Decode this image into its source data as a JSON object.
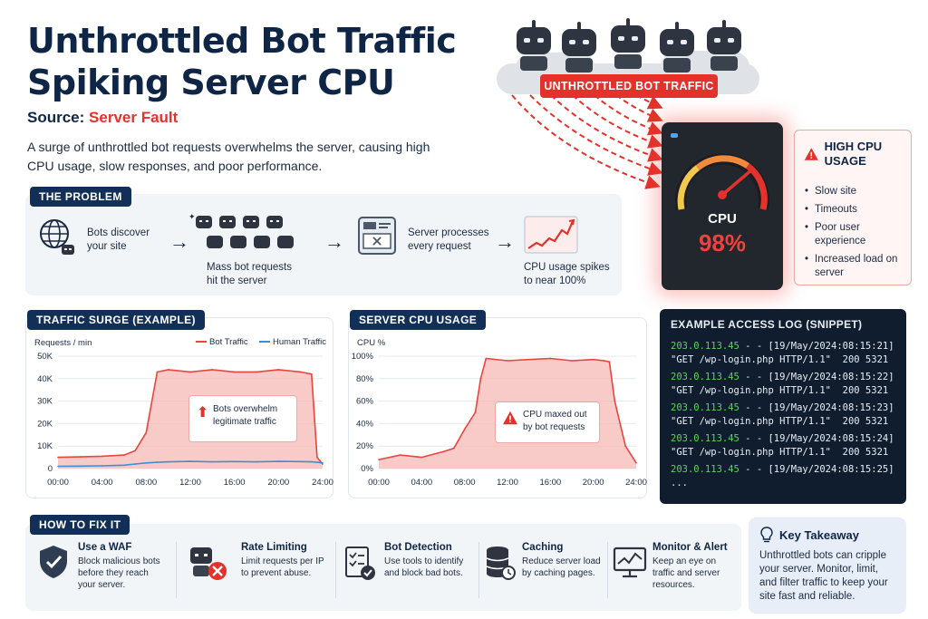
{
  "header": {
    "title": "Unthrottled Bot Traffic Spiking Server CPU",
    "source_label": "Source:",
    "source_name": "Server Fault",
    "subtitle": "A surge of unthrottled bot requests overwhelms the server, causing high CPU usage, slow responses, and poor performance."
  },
  "hero": {
    "bot_label": "UNTHROTTLED BOT TRAFFIC",
    "cpu_label": "CPU",
    "cpu_value": "98%",
    "alert_title": "HIGH CPU USAGE",
    "alert_items": [
      "Slow site",
      "Timeouts",
      "Poor user experience",
      "Increased load on server"
    ]
  },
  "problem": {
    "tag": "THE PROBLEM",
    "steps": [
      "Bots discover your site",
      "Mass bot requests hit the server",
      "Server processes every request",
      "CPU usage spikes to near 100%"
    ]
  },
  "traffic_chart": {
    "tag": "TRAFFIC SURGE (EXAMPLE)",
    "ylabel": "Requests / min",
    "legend_bot": "Bot Traffic",
    "legend_human": "Human Traffic",
    "y_ticks": [
      "50K",
      "40K",
      "30K",
      "20K",
      "10K",
      "0"
    ],
    "x_ticks": [
      "00:00",
      "04:00",
      "08:00",
      "12:00",
      "16:00",
      "20:00",
      "24:00"
    ],
    "annotation": "Bots overwhelm legitimate traffic",
    "colors": {
      "bot": "#e8453c",
      "human": "#3b8fd6"
    }
  },
  "cpu_chart": {
    "tag": "SERVER CPU USAGE",
    "ylabel": "CPU %",
    "y_ticks": [
      "100%",
      "80%",
      "60%",
      "40%",
      "20%",
      "0%"
    ],
    "x_ticks": [
      "00:00",
      "04:00",
      "08:00",
      "12:00",
      "16:00",
      "20:00",
      "24:00"
    ],
    "annotation": "CPU maxed out by bot requests"
  },
  "chart_data": [
    {
      "type": "area",
      "title": "TRAFFIC SURGE (EXAMPLE)",
      "ylabel": "Requests / min",
      "xlabel": "",
      "ylim": [
        0,
        50000
      ],
      "x": [
        0,
        2,
        4,
        6,
        7,
        8,
        9,
        10,
        12,
        14,
        16,
        18,
        20,
        22,
        23,
        23.5,
        24
      ],
      "series": [
        {
          "name": "Bot Traffic",
          "values": [
            5000,
            5200,
            5500,
            6000,
            8000,
            16000,
            43000,
            44000,
            43000,
            44000,
            43000,
            43000,
            44000,
            43000,
            42000,
            5000,
            2000
          ]
        },
        {
          "name": "Human Traffic",
          "values": [
            1000,
            1100,
            1200,
            1500,
            2000,
            2500,
            2800,
            3000,
            3200,
            3000,
            3100,
            3000,
            3200,
            3100,
            3000,
            2800,
            2500
          ]
        }
      ],
      "legend": "top-right"
    },
    {
      "type": "area",
      "title": "SERVER CPU USAGE",
      "ylabel": "CPU %",
      "xlabel": "",
      "ylim": [
        0,
        100
      ],
      "x": [
        0,
        2,
        4,
        6,
        7,
        8,
        9,
        9.5,
        10,
        12,
        14,
        16,
        18,
        20,
        21,
        21.5,
        22,
        23,
        24
      ],
      "series": [
        {
          "name": "CPU %",
          "values": [
            8,
            12,
            10,
            15,
            18,
            35,
            50,
            80,
            98,
            96,
            97,
            98,
            96,
            97,
            96,
            95,
            60,
            20,
            5
          ]
        }
      ]
    }
  ],
  "access_log": {
    "title": "EXAMPLE ACCESS LOG (SNIPPET)",
    "entries": [
      {
        "ip": "203.0.113.45",
        "rest": " - - [19/May/2024:08:15:21]",
        "req": "\"GET /wp-login.php HTTP/1.1\"  200 5321"
      },
      {
        "ip": "203.0.113.45",
        "rest": " - - [19/May/2024:08:15:22]",
        "req": "\"GET /wp-login.php HTTP/1.1\"  200 5321"
      },
      {
        "ip": "203.0.113.45",
        "rest": " - - [19/May/2024:08:15:23]",
        "req": "\"GET /wp-login.php HTTP/1.1\"  200 5321"
      },
      {
        "ip": "203.0.113.45",
        "rest": " - - [19/May/2024:08:15:24]",
        "req": "\"GET /wp-login.php HTTP/1.1\"  200 5321"
      },
      {
        "ip": "203.0.113.45",
        "rest": " - - [19/May/2024:08:15:25]",
        "req": "..."
      }
    ]
  },
  "fix": {
    "tag": "HOW TO FIX IT",
    "items": [
      {
        "title": "Use a WAF",
        "desc": "Block malicious bots before they reach your server."
      },
      {
        "title": "Rate Limiting",
        "desc": "Limit requests per IP to prevent abuse."
      },
      {
        "title": "Bot Detection",
        "desc": "Use tools to identify and block bad bots."
      },
      {
        "title": "Caching",
        "desc": "Reduce server load by caching pages."
      },
      {
        "title": "Monitor & Alert",
        "desc": "Keep an eye on traffic and server resources."
      }
    ]
  },
  "takeaway": {
    "title": "Key Takeaway",
    "text": "Unthrottled bots can cripple your server. Monitor, limit, and filter traffic to keep your site fast and reliable."
  }
}
